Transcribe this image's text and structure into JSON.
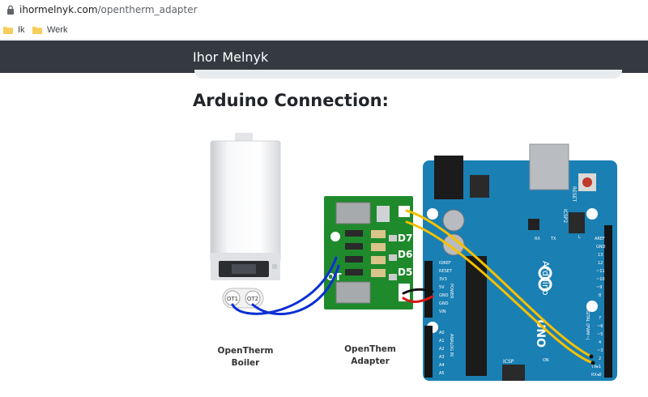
{
  "browser": {
    "url_domain": "ihormelnyk.com",
    "url_path": "/opentherm_adapter"
  },
  "bookmarks": [
    {
      "label": "Ik"
    },
    {
      "label": "Werk"
    }
  ],
  "site": {
    "brand": "Ihor Melnyk"
  },
  "article": {
    "heading": "Arduino Connection:"
  },
  "diagram": {
    "boiler_caption_line1": "OpenTherm",
    "boiler_caption_line2": "Boiler",
    "adapter_caption_line1": "OpenThem",
    "adapter_caption_line2": "Adapter",
    "terminal_1": "OT1",
    "terminal_2": "OT2",
    "adapter_pins": [
      "D7",
      "D6",
      "D5",
      "OT"
    ],
    "arduino_word": "Arduino",
    "uno_word": "UNO",
    "reset_label": "RESET",
    "icsp_label": "ICSP",
    "icsp2_label": "ICSP2",
    "aref": "AREF",
    "gnd": "GND",
    "digital_pins": [
      "13",
      "12",
      "~11",
      "~10",
      "~9",
      "8",
      "7",
      "~6",
      "~5",
      "4",
      "~3",
      "2",
      "TX▸1",
      "RX◂0"
    ],
    "power_pins": [
      "IOREF",
      "RESET",
      "3V3",
      "5V",
      "GND",
      "GND",
      "VIN"
    ],
    "analog_pins": [
      "A0",
      "A1",
      "A2",
      "A3",
      "A4",
      "A5"
    ],
    "led_labels": [
      "L",
      "TX",
      "RX",
      "ON"
    ],
    "power_text": "POWER",
    "analog_text": "ANALOG IN",
    "digital_text": "DIGITAL (PWM~)"
  },
  "colors": {
    "nav_bg": "#343a40",
    "board_blue": "#1a7fb3",
    "pcb_green": "#1f8a2c",
    "wire_yellow": "#f5c000",
    "wire_blue": "#0b2fd6"
  }
}
